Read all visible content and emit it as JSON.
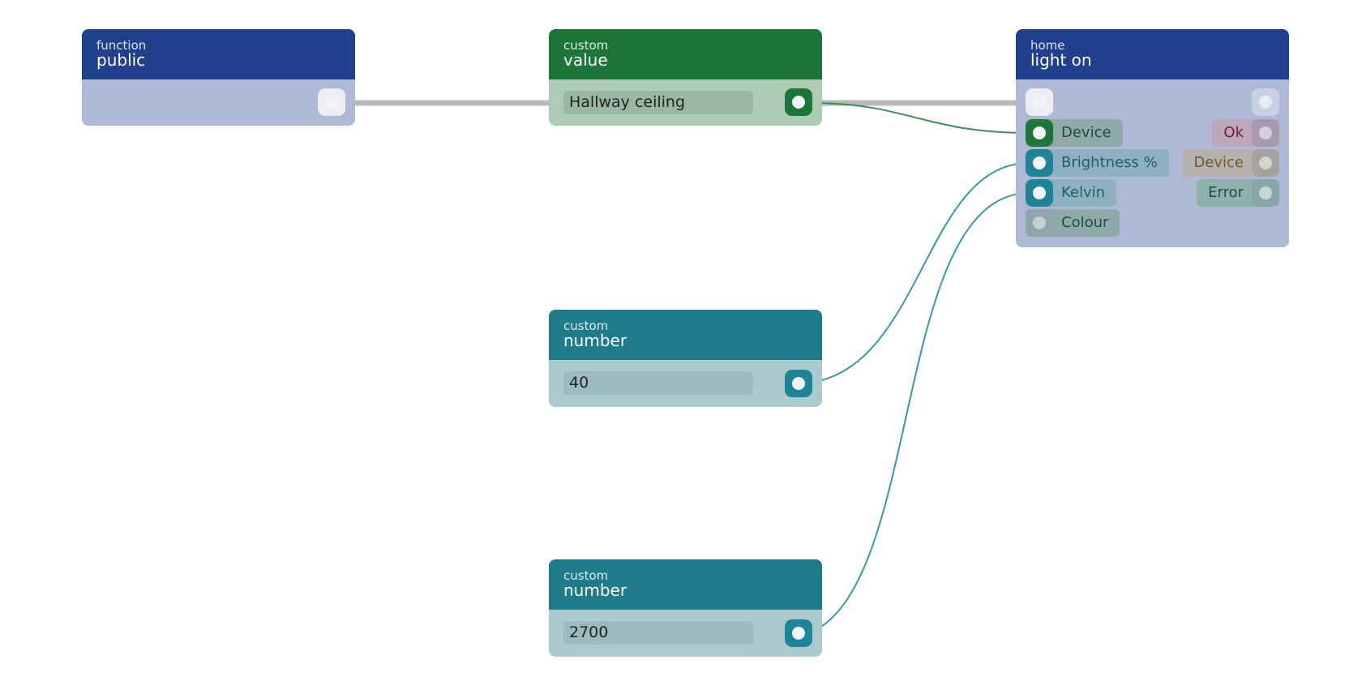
{
  "nodes": {
    "public_fn": {
      "category": "function",
      "title": "public"
    },
    "value_node": {
      "category": "custom",
      "title": "value",
      "value": "Hallway ceiling"
    },
    "number_a": {
      "category": "custom",
      "title": "number",
      "value": "40"
    },
    "number_b": {
      "category": "custom",
      "title": "number",
      "value": "2700"
    },
    "light_on": {
      "category": "home",
      "title": "light on",
      "inputs": [
        "Device",
        "Brightness %",
        "Kelvin",
        "Colour"
      ],
      "outputs": [
        "Ok",
        "Device",
        "Error"
      ]
    }
  },
  "colors": {
    "blue_header": "#203f8c",
    "green_header": "#1c7639",
    "teal_header": "#1e7b8a",
    "flow_wire": "#b9b9b9",
    "green_wire": "#3a8f5a",
    "teal_wire": "#3a9aa4"
  }
}
